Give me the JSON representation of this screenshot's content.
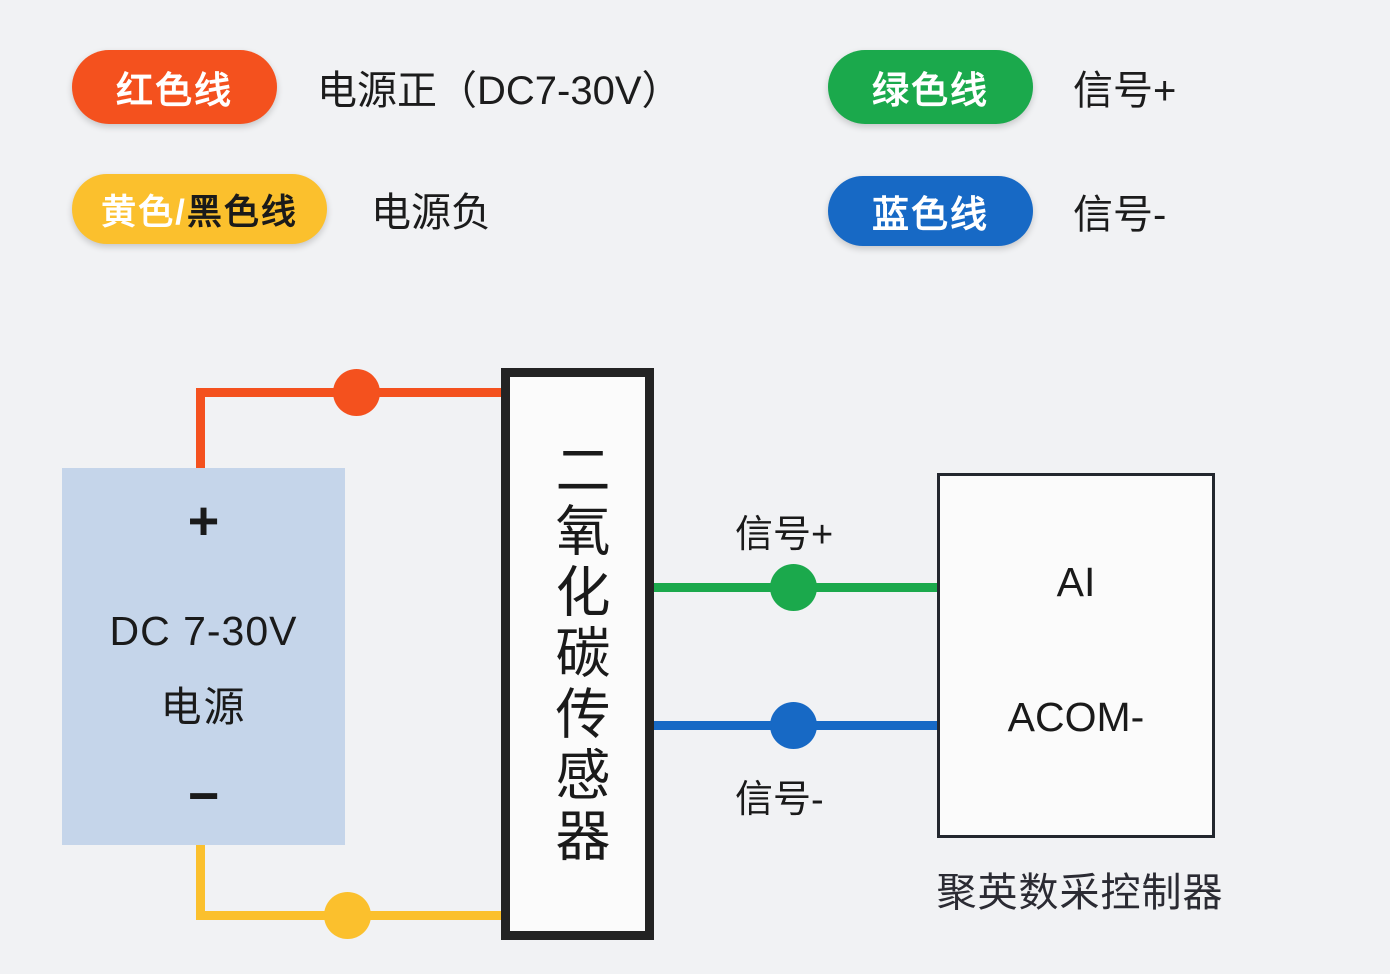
{
  "legend": {
    "items": [
      {
        "badge_prefix": "红色线",
        "badge_suffix": "",
        "description": "电源正（DC7-30V）",
        "color": "#f4511e",
        "name": "red-wire"
      },
      {
        "badge_prefix": "黄色/",
        "badge_suffix": "黑色线",
        "description": "电源负",
        "color": "#fbc02d",
        "name": "yellow-black-wire"
      },
      {
        "badge_prefix": "绿色线",
        "badge_suffix": "",
        "description": "信号+",
        "color": "#1ba94c",
        "name": "green-wire"
      },
      {
        "badge_prefix": "蓝色线",
        "badge_suffix": "",
        "description": "信号-",
        "color": "#1769c5",
        "name": "blue-wire"
      }
    ]
  },
  "diagram": {
    "power_supply": {
      "plus": "+",
      "minus": "−",
      "line1": "DC 7-30V",
      "line2": "电源",
      "fill": "#c5d5ea"
    },
    "sensor": {
      "label": "二氧化碳传感器",
      "border_color": "#232323"
    },
    "controller": {
      "terminal_ai": "AI",
      "terminal_acom": "ACOM-",
      "caption": "聚英数采控制器",
      "border_color": "#23272e"
    },
    "wire_labels": {
      "signal_plus": "信号+",
      "signal_minus": "信号-"
    },
    "wire_colors": {
      "red": "#f4511e",
      "yellow": "#fbc02d",
      "green": "#1ba94c",
      "blue": "#1769c5"
    }
  },
  "background": "#f1f2f4"
}
